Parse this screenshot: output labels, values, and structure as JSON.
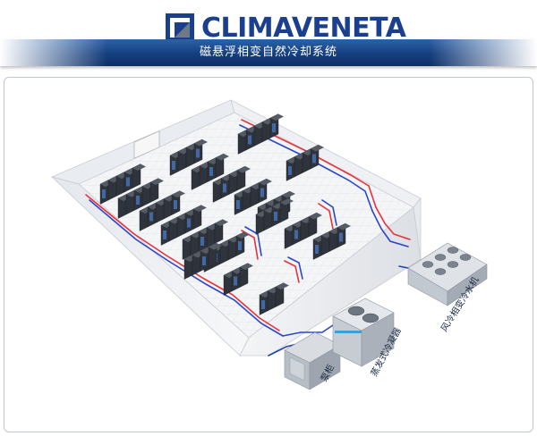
{
  "brand": {
    "logo_text": "CLIMAVENETA",
    "logo_icon": "climaveneta-logo-icon",
    "color": "#1b3f8f"
  },
  "header": {
    "subtitle": "磁悬浮相变自然冷却系统",
    "bar_color": "#153e7e"
  },
  "diagram": {
    "labels": {
      "pump": "泵柜",
      "evaporative_condenser": "蒸发式冷凝器",
      "air_cooled_chiller": "风冷相变冷水机"
    },
    "pipe_colors": {
      "supply": "#e8313a",
      "return": "#2a46c9"
    },
    "rack_color": "#2b3038"
  }
}
